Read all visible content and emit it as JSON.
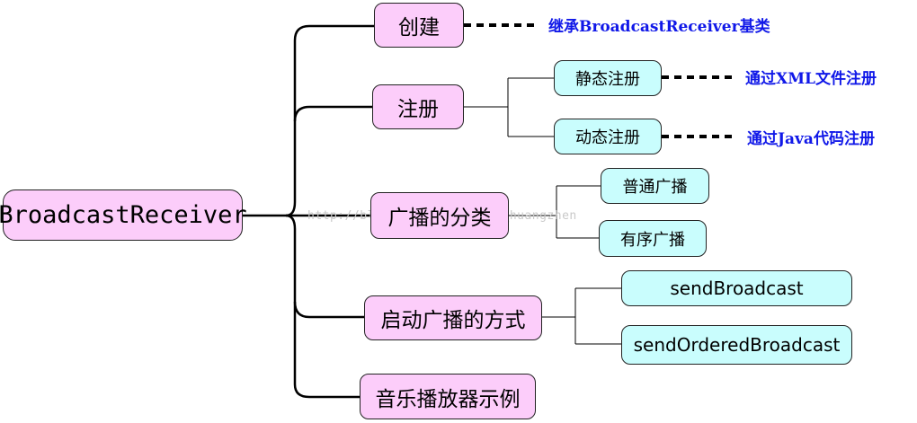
{
  "root": "BroadcastReceiver",
  "branches": {
    "create": "创建",
    "register": "注册",
    "types": "广播的分类",
    "start": "启动广播的方式",
    "example": "音乐播放器示例"
  },
  "register_children": {
    "static": "静态注册",
    "dynamic": "动态注册"
  },
  "types_children": {
    "normal": "普通广播",
    "ordered": "有序广播"
  },
  "start_children": {
    "send": "sendBroadcast",
    "send_ordered": "sendOrderedBroadcast"
  },
  "notes": {
    "create": "继承BroadcastReceiver基类",
    "static": "通过XML文件注册",
    "dynamic": "通过Java代码注册"
  },
  "watermark": "http://blog.csdn.net/clear_huangzhen",
  "colors": {
    "pink_fill": "#fccdfa",
    "cyan_fill": "#c9fdfd",
    "note_text": "#1018e8",
    "line": "#000000"
  }
}
